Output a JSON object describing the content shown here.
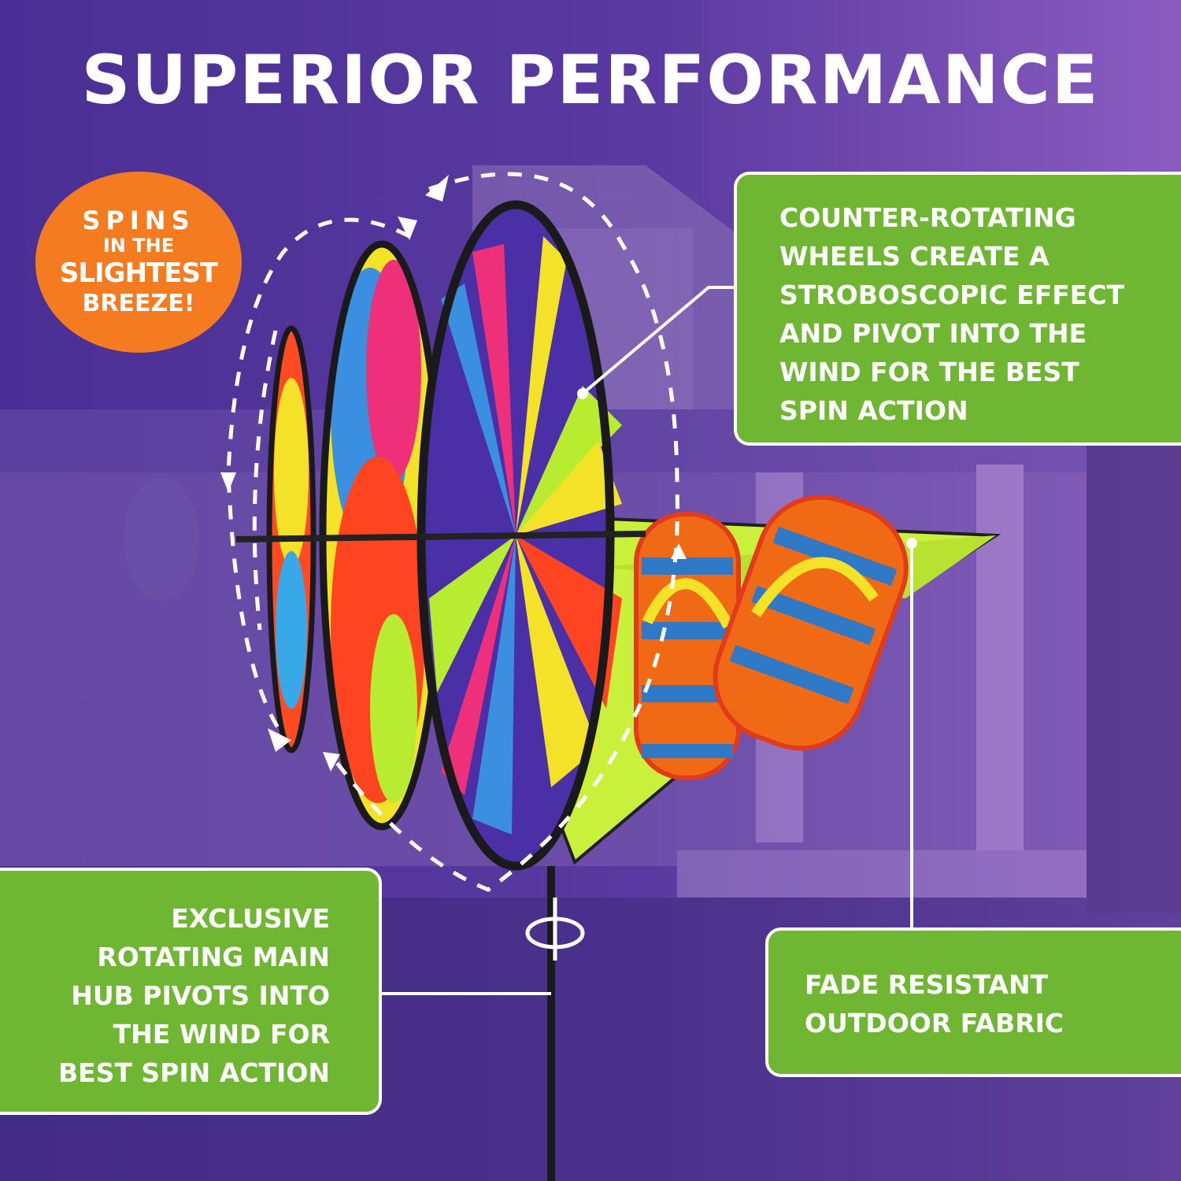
{
  "headline": "SUPERIOR PERFORMANCE",
  "badge": {
    "line1": "SPINS",
    "line2": "IN THE",
    "line3": "SLIGHTEST",
    "line4": "BREEZE!"
  },
  "callouts": {
    "top": "COUNTER-ROTATING\nWHEELS CREATE A\nSTROBOSCOPIC EFFECT\nAND PIVOT INTO THE\nWIND FOR THE BEST\nSPIN ACTION",
    "left": "EXCLUSIVE\nROTATING MAIN\nHUB PIVOTS INTO\nTHE WIND FOR\nBEST SPIN ACTION",
    "right": "FADE RESISTANT\nOUTDOOR FABRIC"
  },
  "colors": {
    "background_purple": "#4b3597",
    "callout_green": "#6fb733",
    "badge_orange": "#f47b20",
    "text_white": "#ffffff"
  }
}
